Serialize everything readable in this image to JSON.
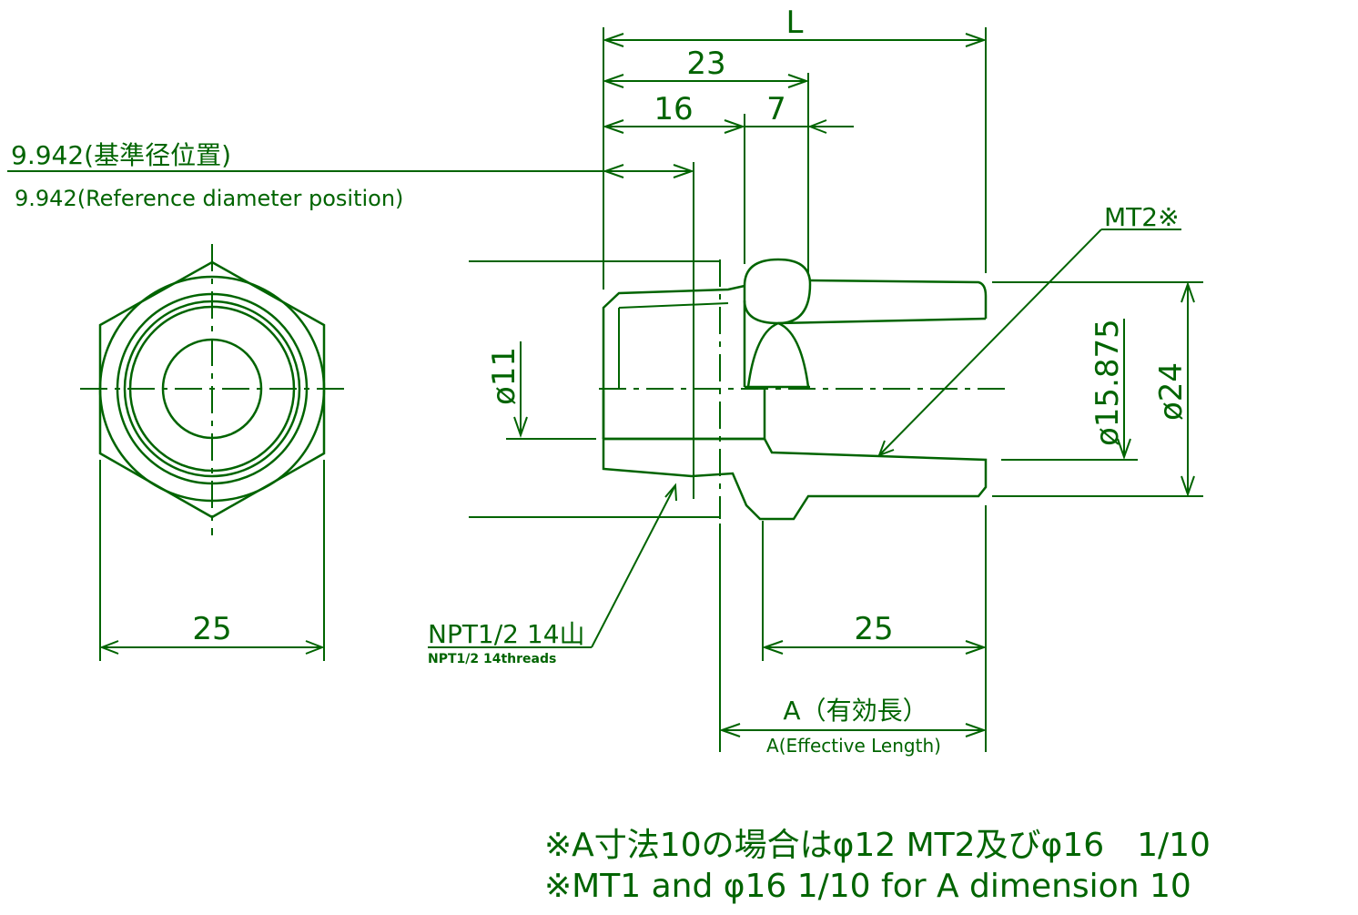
{
  "dims": {
    "L": "L",
    "d23": "23",
    "d16": "16",
    "d7": "7",
    "ref_jp": "9.942(基準径位置)",
    "ref_en": "9.942(Reference diameter position)",
    "phi11": "ø11",
    "phi15875": "ø15.875",
    "phi24": "ø24",
    "hex25": "25",
    "body25": "25",
    "mt2": "MT2※",
    "npt_jp": "NPT1/2 14山",
    "npt_en": "NPT1/2 14threads",
    "a_jp": "A（有効長）",
    "a_en": "A(Effective Length)"
  },
  "notes": {
    "jp": "※A寸法10の場合はφ12 MT2及びφ16　1/10",
    "en": "※MT1 and φ16 1/10 for A dimension 10"
  },
  "colors": {
    "line": "#006400",
    "background": "#ffffff"
  }
}
